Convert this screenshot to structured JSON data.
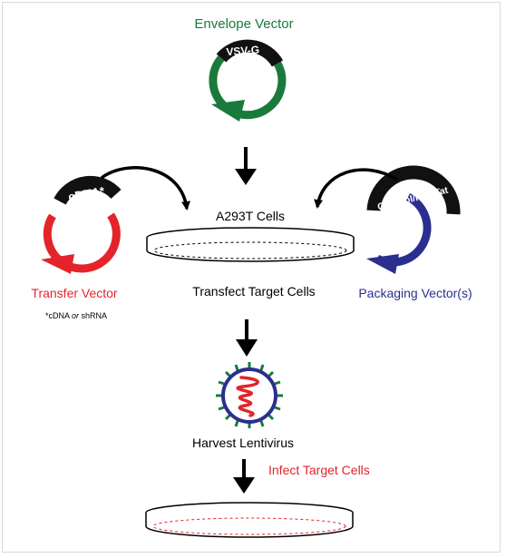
{
  "envelope": {
    "title": "Envelope Vector",
    "tag": "VSV-G",
    "color": "#1a7a3c"
  },
  "transfer": {
    "title": "Transfer Vector",
    "tag": "cDNA*",
    "color": "#e3242b",
    "footnote_prefix": "*cDNA ",
    "footnote_italic": "or",
    "footnote_suffix": " shRNA"
  },
  "packaging": {
    "title": "Packaging Vector(s)",
    "tag": "Gag/Pol/Rev/Tat",
    "color": "#2a2f8f"
  },
  "cells": {
    "label": "A293T Cells",
    "step": "Transfect Target Cells"
  },
  "virus": {
    "label": "Harvest Lentivirus",
    "shell_color": "#2a2f8f",
    "spike_color": "#1a7a3c",
    "rna_color": "#e3242b"
  },
  "infect": {
    "label": "Infect Target Cells",
    "color": "#e3242b"
  }
}
